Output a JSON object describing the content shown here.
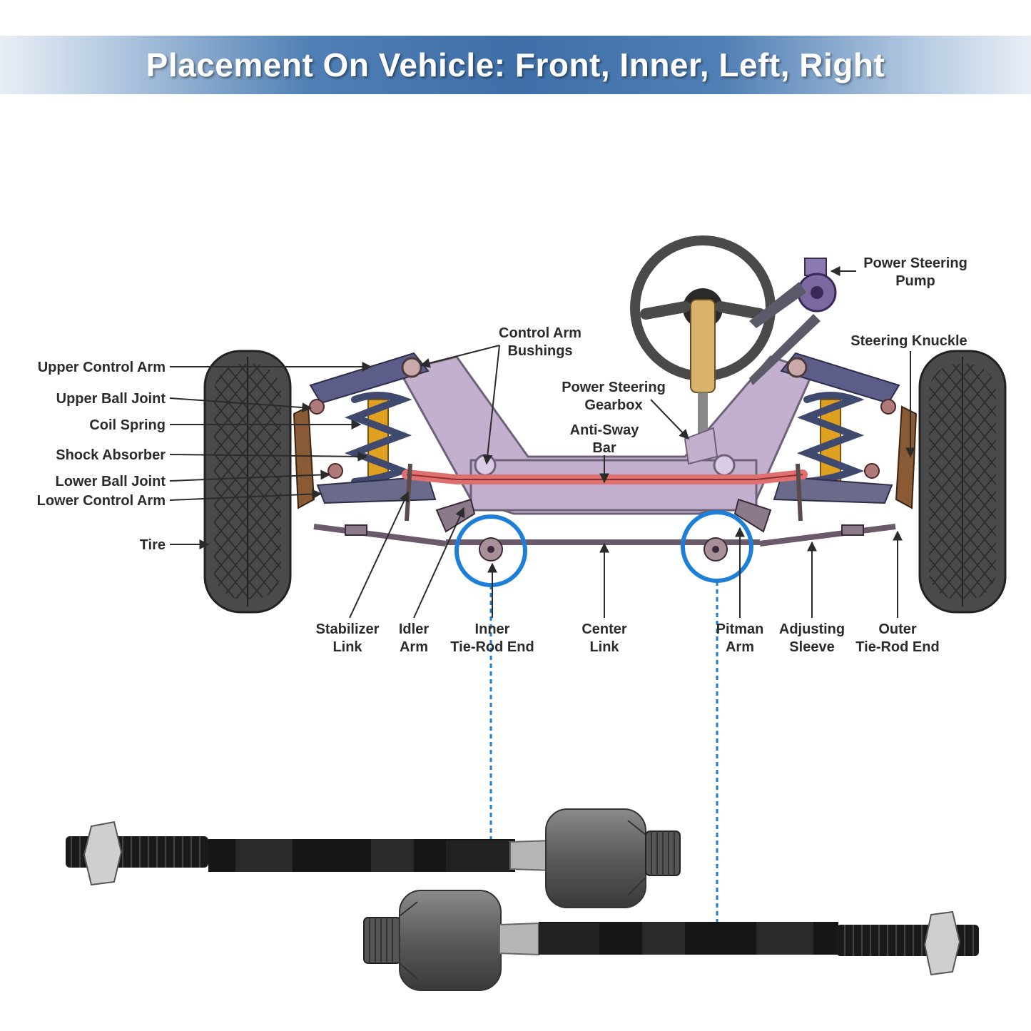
{
  "header": {
    "title": "Placement On Vehicle: Front, Inner, Left, Right"
  },
  "colors": {
    "frame": "#c3b0cf",
    "frame_edge": "#6f6178",
    "tire": "#4a4a4a",
    "knuckle": "#8a5a35",
    "spring": "#3f4a6e",
    "shock": "#e0a020",
    "anti_sway": "#e07070",
    "highlight": "#1e7fd8",
    "rod": "#1a1a1a",
    "housing": "#6b6b6b"
  },
  "labels": {
    "upper_control_arm": "Upper Control Arm",
    "upper_ball_joint": "Upper Ball Joint",
    "coil_spring": "Coil Spring",
    "shock_absorber": "Shock Absorber",
    "lower_ball_joint": "Lower Ball Joint",
    "lower_control_arm": "Lower Control Arm",
    "tire": "Tire",
    "control_arm_bushings": [
      "Control Arm",
      "Bushings"
    ],
    "power_steering_gearbox": [
      "Power Steering",
      "Gearbox"
    ],
    "anti_sway_bar": [
      "Anti-Sway",
      "Bar"
    ],
    "power_steering_pump": [
      "Power Steering",
      "Pump"
    ],
    "steering_knuckle": "Steering Knuckle",
    "stabilizer_link": [
      "Stabilizer",
      "Link"
    ],
    "idler_arm": [
      "Idler",
      "Arm"
    ],
    "inner_tie_rod_end": [
      "Inner",
      "Tie-Rod End"
    ],
    "center_link": [
      "Center",
      "Link"
    ],
    "pitman_arm": [
      "Pitman",
      "Arm"
    ],
    "adjusting_sleeve": [
      "Adjusting",
      "Sleeve"
    ],
    "outer_tie_rod_end": [
      "Outer",
      "Tie-Rod End"
    ]
  }
}
